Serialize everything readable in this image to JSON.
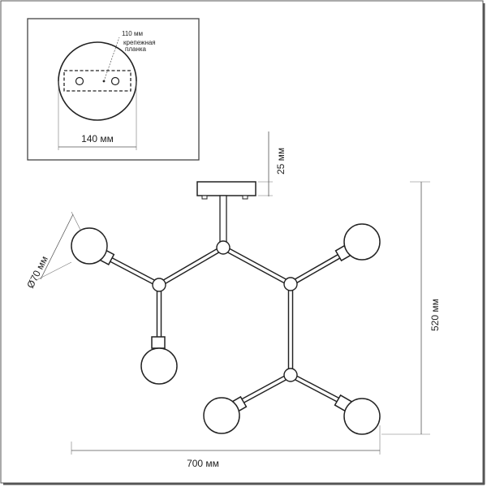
{
  "inset": {
    "mount_plate_label": "110 мм",
    "mount_plate_name_line1": "крепежная",
    "mount_plate_name_line2": "планка",
    "canopy_diameter_label": "140 мм"
  },
  "dimensions": {
    "canopy_height": "25 мм",
    "total_height": "520 мм",
    "total_width": "700 мм",
    "shade_diameter": "Ø70 мм"
  },
  "colors": {
    "line": "#333333",
    "frame": "#555555"
  }
}
